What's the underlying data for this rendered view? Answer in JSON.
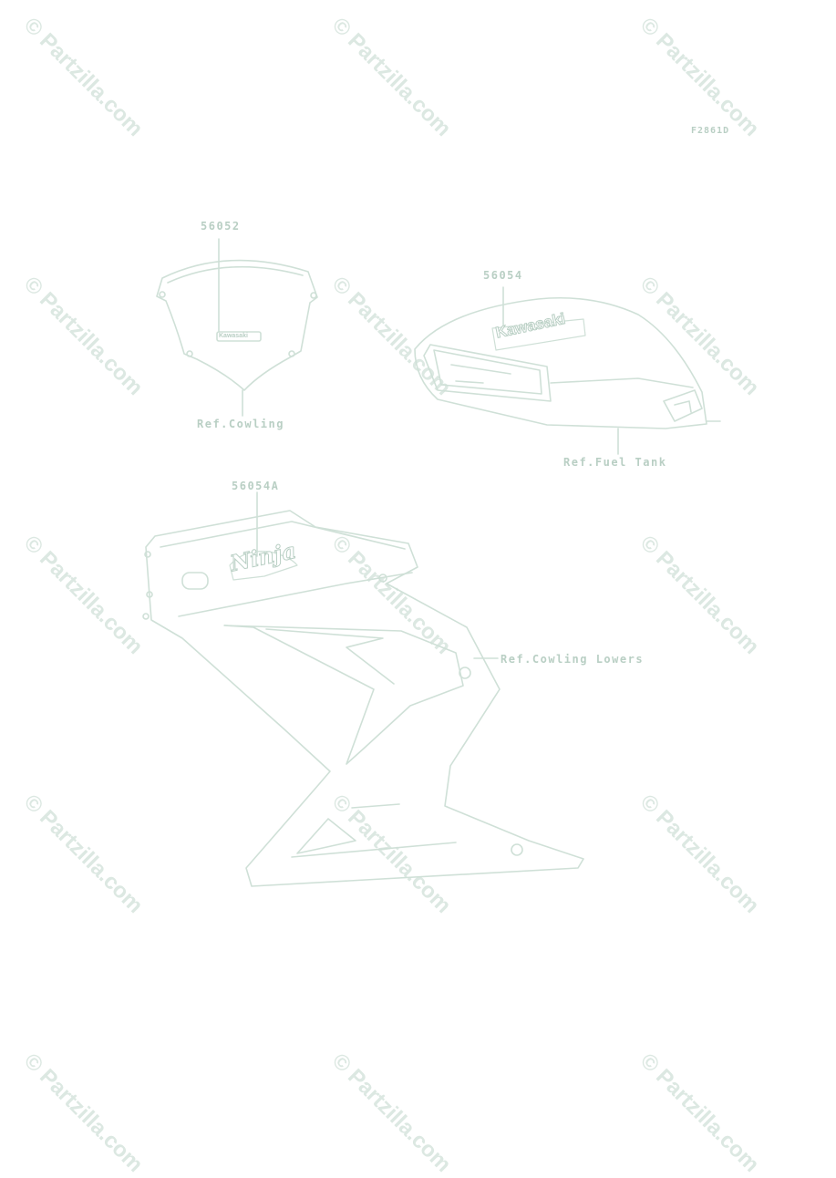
{
  "diagram": {
    "figure_code": "F2861D",
    "parts": [
      {
        "number": "56052"
      },
      {
        "number": "56054"
      },
      {
        "number": "56054A"
      }
    ],
    "references": [
      {
        "text": "Ref.Cowling"
      },
      {
        "text": "Ref.Fuel Tank"
      },
      {
        "text": "Ref.Cowling Lowers"
      }
    ],
    "decal_text": {
      "windshield": "Kawasaki",
      "tank": "Kawasaki",
      "cowl": "Ninja"
    }
  },
  "watermark": {
    "text": "© Partzilla.com",
    "color": "#dce8e2"
  },
  "colors": {
    "line": "#cfe0d7",
    "label": "#b9cfc4"
  }
}
